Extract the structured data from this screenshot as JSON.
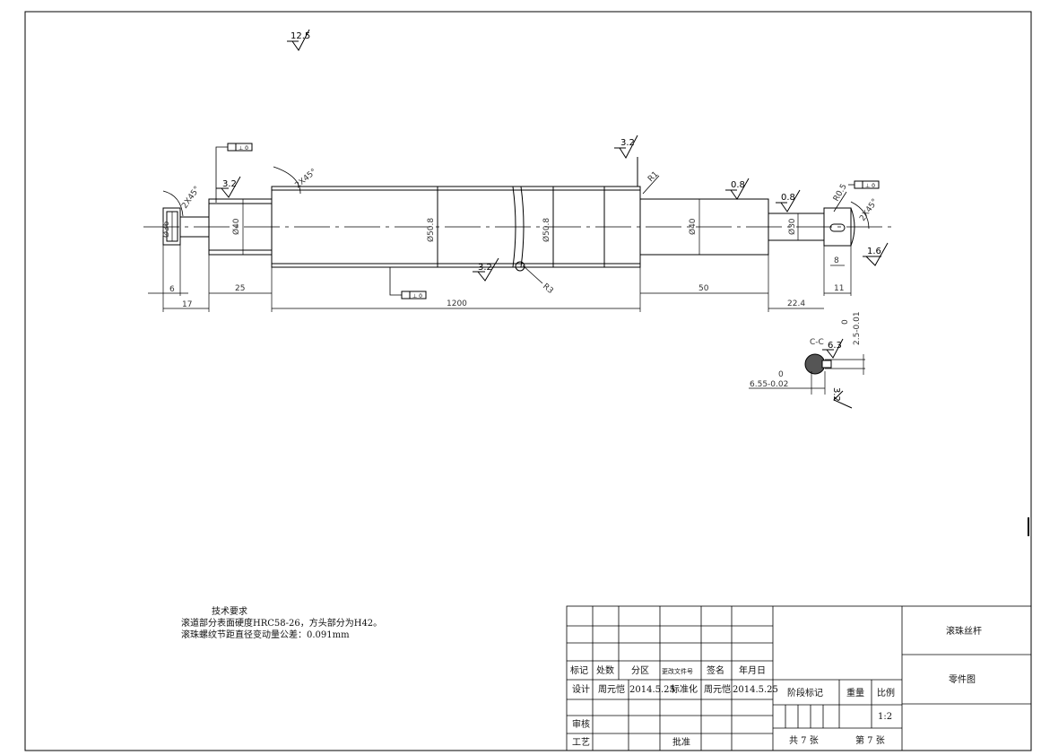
{
  "tech_requirements": {
    "title": "技术要求",
    "lines": [
      "滚道部分表面硬度HRC58-26，方头部分为H42。",
      "滚珠螺纹节距直径变动量公差：0.091mm"
    ]
  },
  "roughness": {
    "general": "12.5",
    "r_left_journal": "3.2",
    "r_right_top": "3.2",
    "r_groove": "3.2",
    "r_right_a": "0.8",
    "r_right_b": "0.8",
    "r_tip": "1.6",
    "r_section_a": "6.3",
    "r_section_b": "3.2"
  },
  "dimensions": {
    "d_6": "6",
    "d_17": "17",
    "d_25": "25",
    "d_1200": "1200",
    "d_50": "50",
    "d_224": "22.4",
    "d_11": "11",
    "d_8": "8",
    "dia_40_left": "Ø40",
    "dia_508_a": "Ø50.8",
    "dia_508_b": "Ø50.8",
    "dia_40_right": "Ø40",
    "dia_tip": "Ø30",
    "dia_end": "Ø36",
    "sec_width_zero": "0",
    "sec_width": "6.55-0.02",
    "sec_depth_zero": "0",
    "sec_depth": "2.5-0.01",
    "sec_label": "C-C"
  },
  "annotations": {
    "chamfer_left": "2X45°",
    "chamfer_right": "2X45°",
    "chamfer_mid": "2X45°",
    "radius_r1": "R1",
    "radius_r05": "R0.5",
    "r3": "R3",
    "gdt_value": "⊥ 0"
  },
  "title_block": {
    "part_name": "滚珠丝杆",
    "drawing_type": "零件图",
    "hdr_mark": "标记",
    "hdr_count": "处数",
    "hdr_zone": "分区",
    "hdr_docno": "更改文件号",
    "hdr_sign": "签名",
    "hdr_date": "年月日",
    "design_label": "设计",
    "designer": "周元恺",
    "design_date": "2014.5.25",
    "std_label": "标准化",
    "std_person": "周元恺",
    "std_date": "2014.5.25",
    "stage_label": "阶段标记",
    "weight_label": "重量",
    "scale_label": "比例",
    "scale_value": "1:2",
    "review_label": "审核",
    "process_label": "工艺",
    "approve_label": "批准",
    "total_sheets": "共 7 张",
    "sheet_no": "第 7 张"
  }
}
